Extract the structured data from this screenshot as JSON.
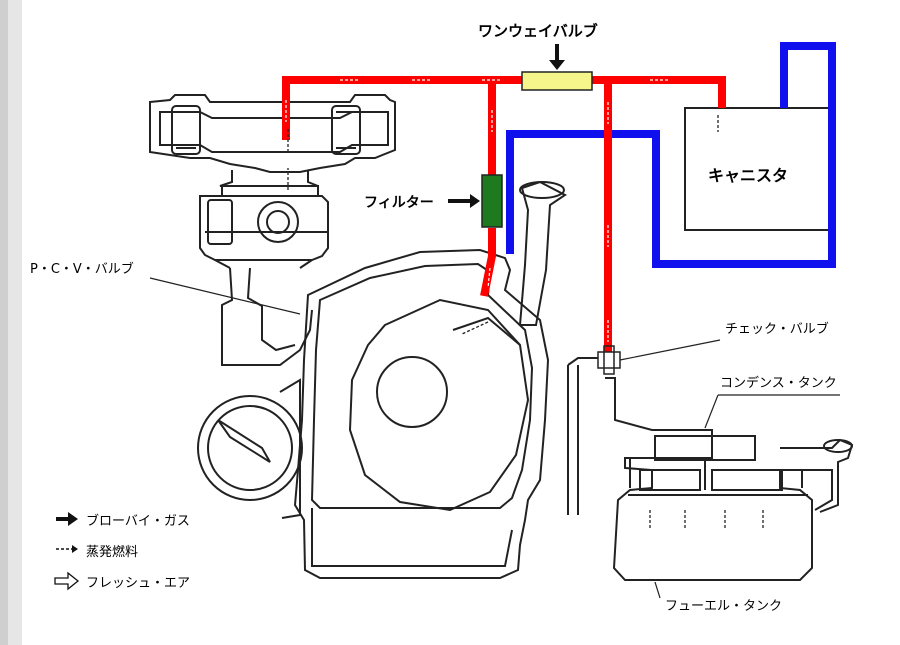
{
  "labels": {
    "one_way_valve": "ワンウェイバルブ",
    "canister": "キャニスタ",
    "filter": "フィルター",
    "pcv_valve": "P・C・V・バルブ",
    "check_valve": "チェック・バルブ",
    "condense_tank": "コンデンス・タンク",
    "fuel_tank": "フューエル・タンク"
  },
  "legend": [
    {
      "symbol": "solid-arrow",
      "text": "ブローバイ・ガス"
    },
    {
      "symbol": "dashed-arrow",
      "text": "蒸発燃料"
    },
    {
      "symbol": "hollow-arrow",
      "text": "フレッシュ・エア"
    }
  ],
  "colors": {
    "fuel_vapor_line": "#ff0000",
    "fresh_air_line": "#1010ee",
    "one_way_valve": "#f5f58c",
    "filter": "#1f7a1f",
    "drawing": "#222222"
  }
}
